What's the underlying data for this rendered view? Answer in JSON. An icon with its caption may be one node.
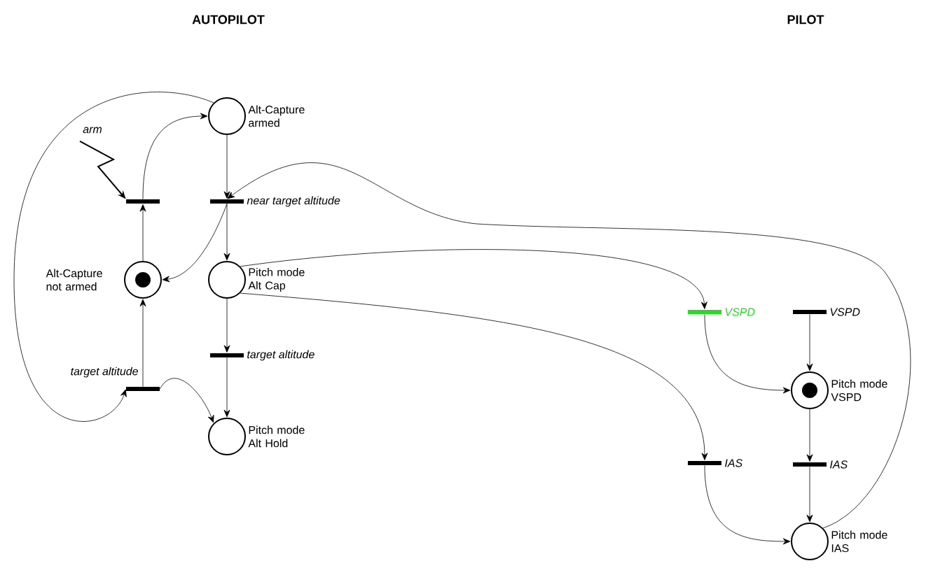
{
  "diagram": {
    "nodes": [
      {
        "text": [
          "Alt-Capture armed"
        ]
      },
      {
        "text": [],
        "shape": "bar"
      },
      {
        "text": [
          "near target altitude"
        ]
      },
      {
        "text": [
          "Alt-Capture not armed"
        ]
      },
      {
        "text": [
          "Pitch mode Alt Cap"
        ]
      },
      {
        "text": [
          "target altitude"
        ]
      },
      {
        "text": [
          "target altitude"
        ]
      },
      {
        "text": [
          "Pitch mode Alt Hold"
        ]
      },
      {
        "text": [
          "VSPD"
        ]
      },
      {
        "text": [
          "VSPD"
        ]
      },
      {
        "text": [
          "Pitch mode VSPD"
        ]
      },
      {
        "text": [
          "IAS"
        ]
      },
      {
        "text": [
          "IAS"
        ]
      },
      {
        "text": [
          "Pitch mode IAS"
        ]
      }
    ],
    "edges": [
      {
        "from": 0,
        "to": 2,
        "arrow": "to"
      },
      {
        "from": 2,
        "to": 4,
        "arrow": "to"
      },
      {
        "from": 4,
        "to": 5,
        "arrow": "to"
      },
      {
        "from": 5,
        "to": 7,
        "arrow": "to"
      },
      {
        "from": 1,
        "to": 0,
        "arrow": "to"
      },
      {
        "from": 3,
        "to": 1,
        "arrow": "to"
      },
      {
        "from": 2,
        "to": 3,
        "arrow": "to"
      },
      {
        "from": 6,
        "to": 3,
        "arrow": "to"
      },
      {
        "from": 6,
        "to": 7,
        "arrow": "to"
      },
      {
        "from": 0,
        "to": 6,
        "arrow": "to"
      },
      {
        "from": 13,
        "to": 2,
        "arrow": "to"
      },
      {
        "from": 4,
        "to": 8,
        "arrow": "to"
      },
      {
        "from": 8,
        "to": 10,
        "arrow": "to"
      },
      {
        "from": 4,
        "to": 11,
        "arrow": "to"
      },
      {
        "from": 11,
        "to": 13,
        "arrow": "to"
      },
      {
        "from": 9,
        "to": 10,
        "arrow": "to"
      },
      {
        "from": 10,
        "to": 12,
        "arrow": "to"
      },
      {
        "from": 12,
        "to": 13,
        "arrow": "to"
      },
      {
        "from": null,
        "to": 1,
        "arrow": "to",
        "label": "arm"
      }
    ],
    "labels": [
      "AUTOPILOT",
      "PILOT"
    ]
  }
}
